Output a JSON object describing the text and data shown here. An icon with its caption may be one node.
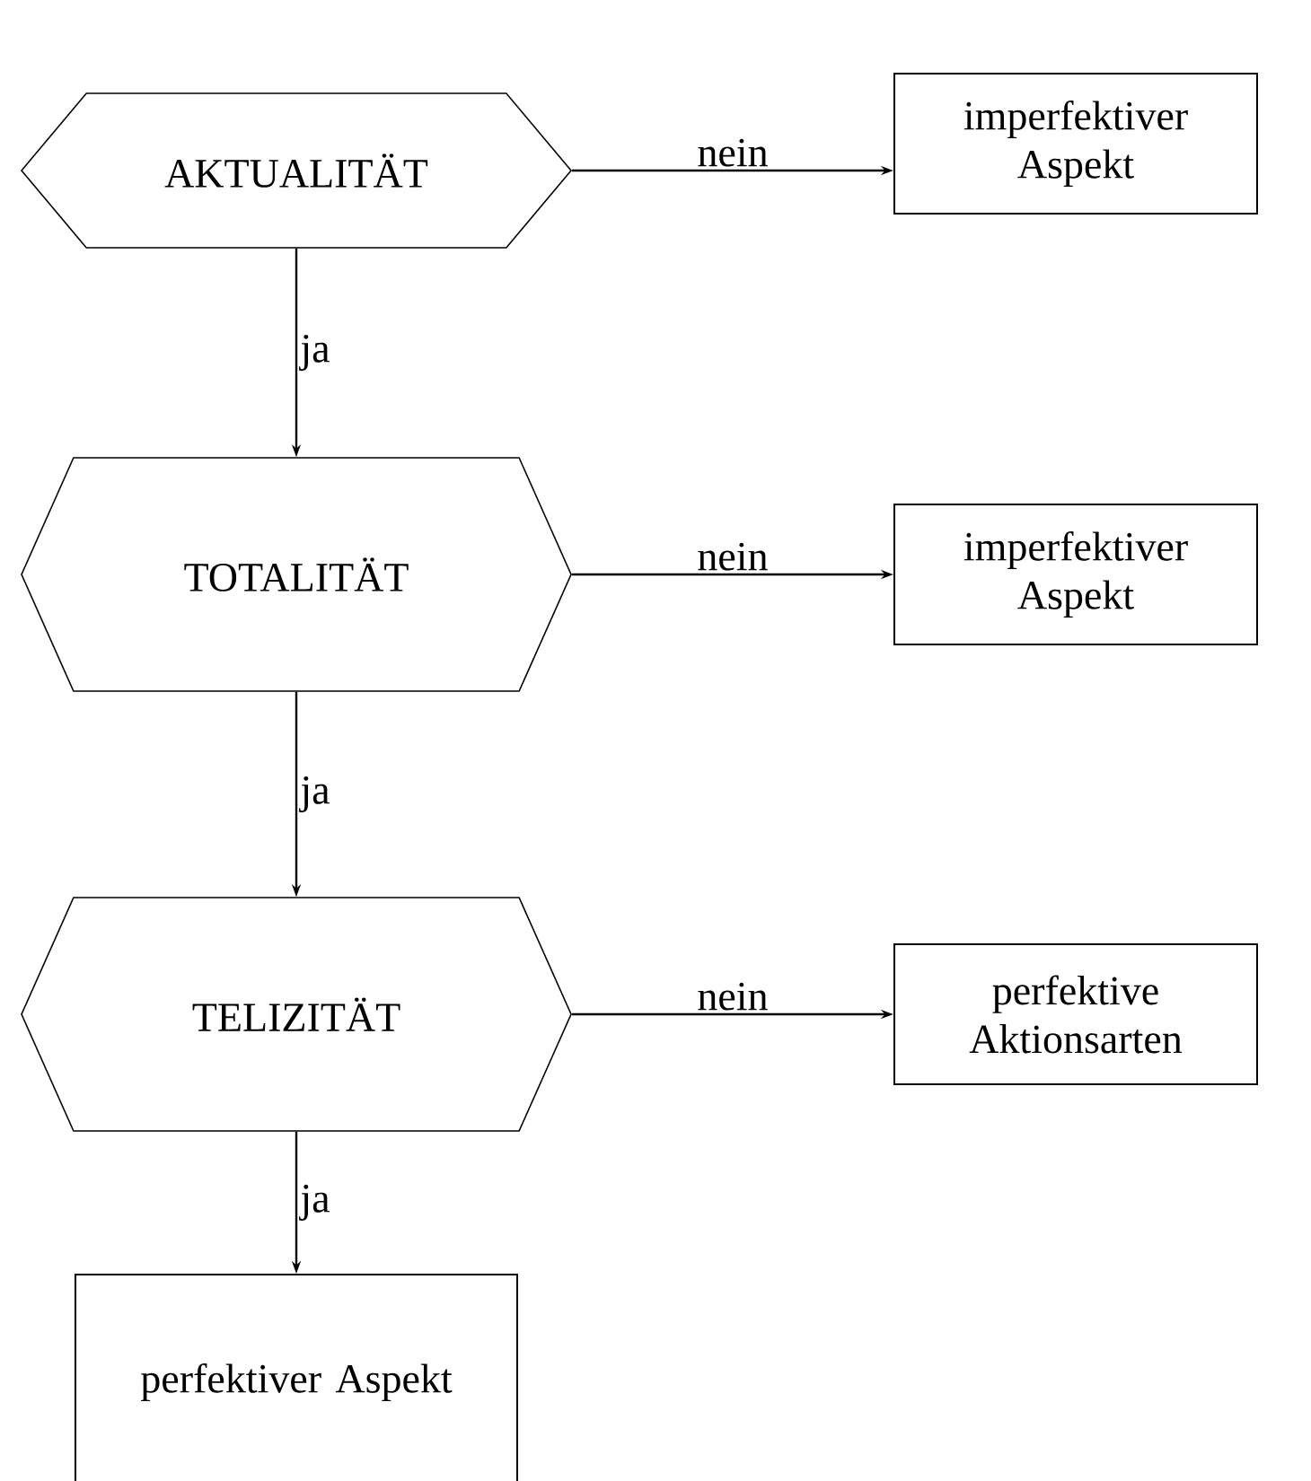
{
  "diagram": {
    "nodes": [
      {
        "text": [
          "AKTUALITÄT"
        ]
      },
      {
        "text": [
          "imperfektiver Aspekt"
        ]
      },
      {
        "text": [
          "TOTALITÄT"
        ]
      },
      {
        "text": [
          "imperfektiver Aspekt"
        ]
      },
      {
        "text": [
          "TELIZITÄT"
        ]
      },
      {
        "text": [
          "perfektive Aktionsarten"
        ]
      },
      {
        "text": [
          "perfektiver Aspekt"
        ]
      }
    ],
    "edges": [
      {
        "from": 0,
        "to": 1,
        "arrow": "to",
        "label": "nein"
      },
      {
        "from": 0,
        "to": 2,
        "arrow": "to",
        "label": "ja"
      },
      {
        "from": 2,
        "to": 3,
        "arrow": "to",
        "label": "nein"
      },
      {
        "from": 2,
        "to": 4,
        "arrow": "to",
        "label": "ja"
      },
      {
        "from": 4,
        "to": 5,
        "arrow": "to",
        "label": "nein"
      },
      {
        "from": 4,
        "to": 6,
        "arrow": "to",
        "label": "ja"
      }
    ]
  }
}
